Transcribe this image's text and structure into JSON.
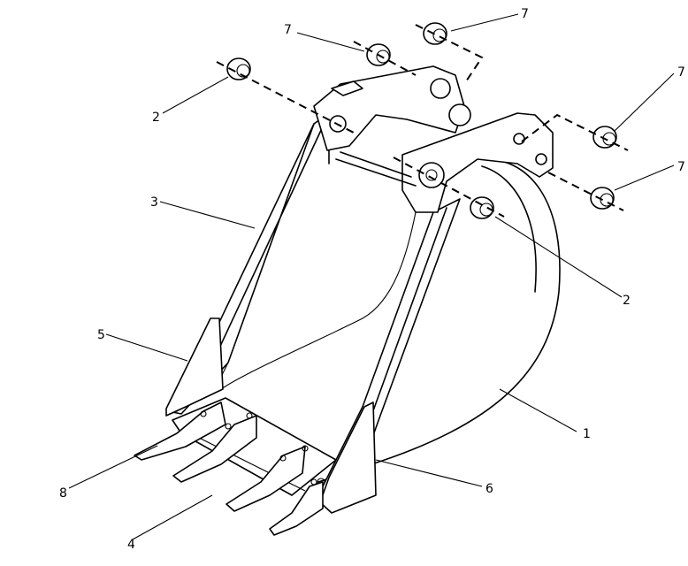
{
  "callouts": {
    "c7a": "7",
    "c7b": "7",
    "c7c": "7",
    "c7d": "7",
    "c2a": "2",
    "c2b": "2",
    "c3": "3",
    "c5": "5",
    "c1": "1",
    "c8": "8",
    "c6": "6",
    "c4": "4"
  }
}
